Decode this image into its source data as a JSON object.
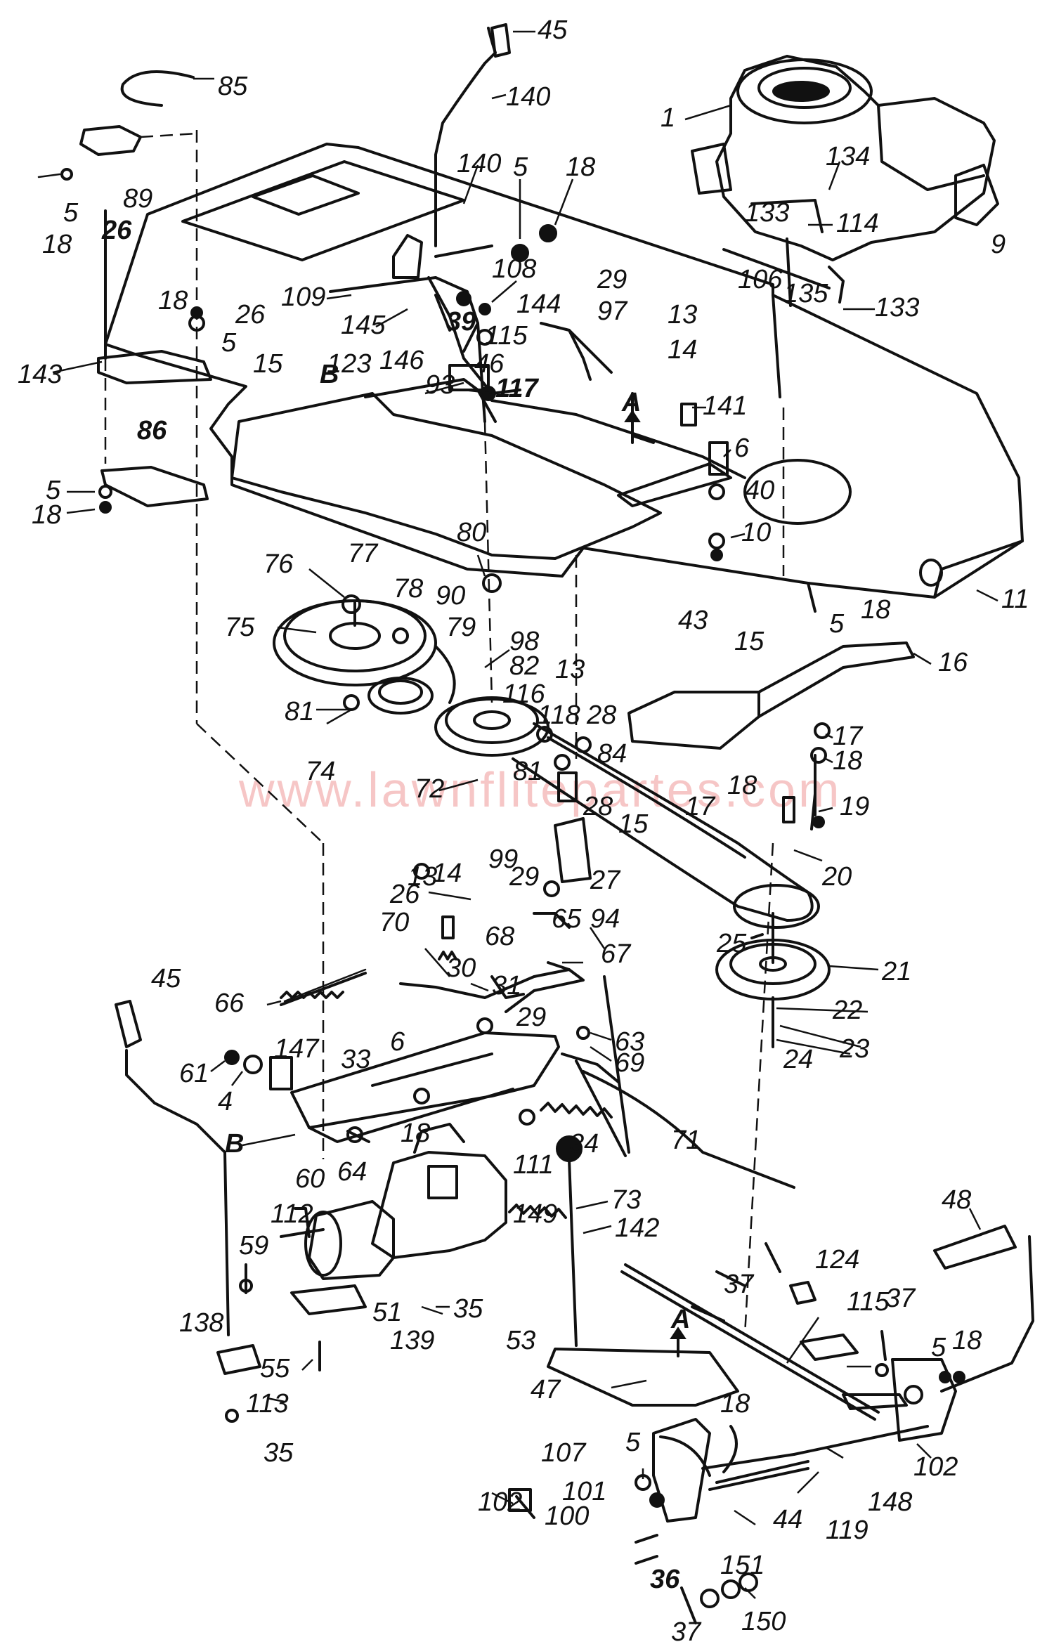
{
  "watermark": "www.lawnflitepartes.com",
  "labels": [
    {
      "id": "l45a",
      "text": "45"
    },
    {
      "id": "l140a",
      "text": "140"
    },
    {
      "id": "l85",
      "text": "85"
    },
    {
      "id": "l1",
      "text": "1"
    },
    {
      "id": "l140b",
      "text": "140"
    },
    {
      "id": "l5a",
      "text": "5"
    },
    {
      "id": "l18a",
      "text": "18"
    },
    {
      "id": "l134",
      "text": "134"
    },
    {
      "id": "l89",
      "text": "89"
    },
    {
      "id": "l5b",
      "text": "5"
    },
    {
      "id": "l18b",
      "text": "18"
    },
    {
      "id": "l26a",
      "text": "26"
    },
    {
      "id": "l133a",
      "text": "133"
    },
    {
      "id": "l114",
      "text": "114"
    },
    {
      "id": "l9",
      "text": "9"
    },
    {
      "id": "l106",
      "text": "106"
    },
    {
      "id": "l135",
      "text": "135"
    },
    {
      "id": "l133b",
      "text": "133"
    },
    {
      "id": "l108",
      "text": "108"
    },
    {
      "id": "l29a",
      "text": "29"
    },
    {
      "id": "l97",
      "text": "97"
    },
    {
      "id": "l109",
      "text": "109"
    },
    {
      "id": "l26b",
      "text": "26"
    },
    {
      "id": "l144",
      "text": "144"
    },
    {
      "id": "l13a",
      "text": "13"
    },
    {
      "id": "l18c",
      "text": "18"
    },
    {
      "id": "l39",
      "text": "39"
    },
    {
      "id": "l145",
      "text": "145"
    },
    {
      "id": "l115a",
      "text": "115"
    },
    {
      "id": "l14a",
      "text": "14"
    },
    {
      "id": "l5c",
      "text": "5"
    },
    {
      "id": "l123",
      "text": "123"
    },
    {
      "id": "l146",
      "text": "146"
    },
    {
      "id": "l46",
      "text": "46"
    },
    {
      "id": "l143",
      "text": "143"
    },
    {
      "id": "l15a",
      "text": "15"
    },
    {
      "id": "lB1",
      "text": "B"
    },
    {
      "id": "l93",
      "text": "93"
    },
    {
      "id": "l117",
      "text": "117"
    },
    {
      "id": "lA1",
      "text": "A"
    },
    {
      "id": "l141",
      "text": "141"
    },
    {
      "id": "l86",
      "text": "86"
    },
    {
      "id": "l6a",
      "text": "6"
    },
    {
      "id": "l40",
      "text": "40"
    },
    {
      "id": "l5d",
      "text": "5"
    },
    {
      "id": "l18d",
      "text": "18"
    },
    {
      "id": "l10",
      "text": "10"
    },
    {
      "id": "l80",
      "text": "80"
    },
    {
      "id": "l77",
      "text": "77"
    },
    {
      "id": "l76",
      "text": "76"
    },
    {
      "id": "l78",
      "text": "78"
    },
    {
      "id": "l90",
      "text": "90"
    },
    {
      "id": "l11",
      "text": "11"
    },
    {
      "id": "l43",
      "text": "43"
    },
    {
      "id": "l18e",
      "text": "18"
    },
    {
      "id": "l75",
      "text": "75"
    },
    {
      "id": "l79",
      "text": "79"
    },
    {
      "id": "l98",
      "text": "98"
    },
    {
      "id": "l15b",
      "text": "15"
    },
    {
      "id": "l5e",
      "text": "5"
    },
    {
      "id": "l16",
      "text": "16"
    },
    {
      "id": "l82",
      "text": "82"
    },
    {
      "id": "l13b",
      "text": "13"
    },
    {
      "id": "l116",
      "text": "116"
    },
    {
      "id": "l81a",
      "text": "81"
    },
    {
      "id": "l118",
      "text": "118"
    },
    {
      "id": "l28a",
      "text": "28"
    },
    {
      "id": "l17a",
      "text": "17"
    },
    {
      "id": "l74",
      "text": "74"
    },
    {
      "id": "l84",
      "text": "84"
    },
    {
      "id": "l18f",
      "text": "18"
    },
    {
      "id": "l72",
      "text": "72"
    },
    {
      "id": "l81b",
      "text": "81"
    },
    {
      "id": "l17b",
      "text": "17"
    },
    {
      "id": "l18g",
      "text": "18"
    },
    {
      "id": "l19",
      "text": "19"
    },
    {
      "id": "l28b",
      "text": "28"
    },
    {
      "id": "l15c",
      "text": "15"
    },
    {
      "id": "l99",
      "text": "99"
    },
    {
      "id": "l20",
      "text": "20"
    },
    {
      "id": "l13c",
      "text": "13"
    },
    {
      "id": "l14b",
      "text": "14"
    },
    {
      "id": "l29b",
      "text": "29"
    },
    {
      "id": "l27",
      "text": "27"
    },
    {
      "id": "l26c",
      "text": "26"
    },
    {
      "id": "l94",
      "text": "94"
    },
    {
      "id": "l65",
      "text": "65"
    },
    {
      "id": "l70",
      "text": "70"
    },
    {
      "id": "l68",
      "text": "68"
    },
    {
      "id": "l25",
      "text": "25"
    },
    {
      "id": "l67",
      "text": "67"
    },
    {
      "id": "l21",
      "text": "21"
    },
    {
      "id": "l45b",
      "text": "45"
    },
    {
      "id": "l30",
      "text": "30"
    },
    {
      "id": "l66",
      "text": "66"
    },
    {
      "id": "l31",
      "text": "31"
    },
    {
      "id": "l29c",
      "text": "29"
    },
    {
      "id": "l22",
      "text": "22"
    },
    {
      "id": "l23",
      "text": "23"
    },
    {
      "id": "l24",
      "text": "24"
    },
    {
      "id": "l63",
      "text": "63"
    },
    {
      "id": "l69",
      "text": "69"
    },
    {
      "id": "l61",
      "text": "61"
    },
    {
      "id": "l147",
      "text": "147"
    },
    {
      "id": "l33",
      "text": "33"
    },
    {
      "id": "l6b",
      "text": "6"
    },
    {
      "id": "l4",
      "text": "4"
    },
    {
      "id": "lB2",
      "text": "B"
    },
    {
      "id": "l18h",
      "text": "18"
    },
    {
      "id": "l64",
      "text": "64"
    },
    {
      "id": "l34",
      "text": "34"
    },
    {
      "id": "l71",
      "text": "71"
    },
    {
      "id": "l111",
      "text": "111"
    },
    {
      "id": "l60",
      "text": "60"
    },
    {
      "id": "l73",
      "text": "73"
    },
    {
      "id": "l48",
      "text": "48"
    },
    {
      "id": "l112",
      "text": "112"
    },
    {
      "id": "l149",
      "text": "149"
    },
    {
      "id": "l142",
      "text": "142"
    },
    {
      "id": "l59",
      "text": "59"
    },
    {
      "id": "l124",
      "text": "124"
    },
    {
      "id": "l51",
      "text": "51"
    },
    {
      "id": "l35a",
      "text": "35"
    },
    {
      "id": "l139",
      "text": "139"
    },
    {
      "id": "l53",
      "text": "53"
    },
    {
      "id": "l37a",
      "text": "37"
    },
    {
      "id": "l115b",
      "text": "115"
    },
    {
      "id": "l37b",
      "text": "37"
    },
    {
      "id": "l138",
      "text": "138"
    },
    {
      "id": "l55",
      "text": "55"
    },
    {
      "id": "lA2",
      "text": "A"
    },
    {
      "id": "l5f",
      "text": "5"
    },
    {
      "id": "l18i",
      "text": "18"
    },
    {
      "id": "l113",
      "text": "113"
    },
    {
      "id": "l47",
      "text": "47"
    },
    {
      "id": "l35b",
      "text": "35"
    },
    {
      "id": "l18j",
      "text": "18"
    },
    {
      "id": "l102a",
      "text": "102"
    },
    {
      "id": "l5g",
      "text": "5"
    },
    {
      "id": "l107",
      "text": "107"
    },
    {
      "id": "l148",
      "text": "148"
    },
    {
      "id": "l101",
      "text": "101"
    },
    {
      "id": "l102b",
      "text": "102"
    },
    {
      "id": "l100",
      "text": "100"
    },
    {
      "id": "l44",
      "text": "44"
    },
    {
      "id": "l119",
      "text": "119"
    },
    {
      "id": "l36",
      "text": "36"
    },
    {
      "id": "l151",
      "text": "151"
    },
    {
      "id": "l37c",
      "text": "37"
    },
    {
      "id": "l150",
      "text": "150"
    }
  ]
}
